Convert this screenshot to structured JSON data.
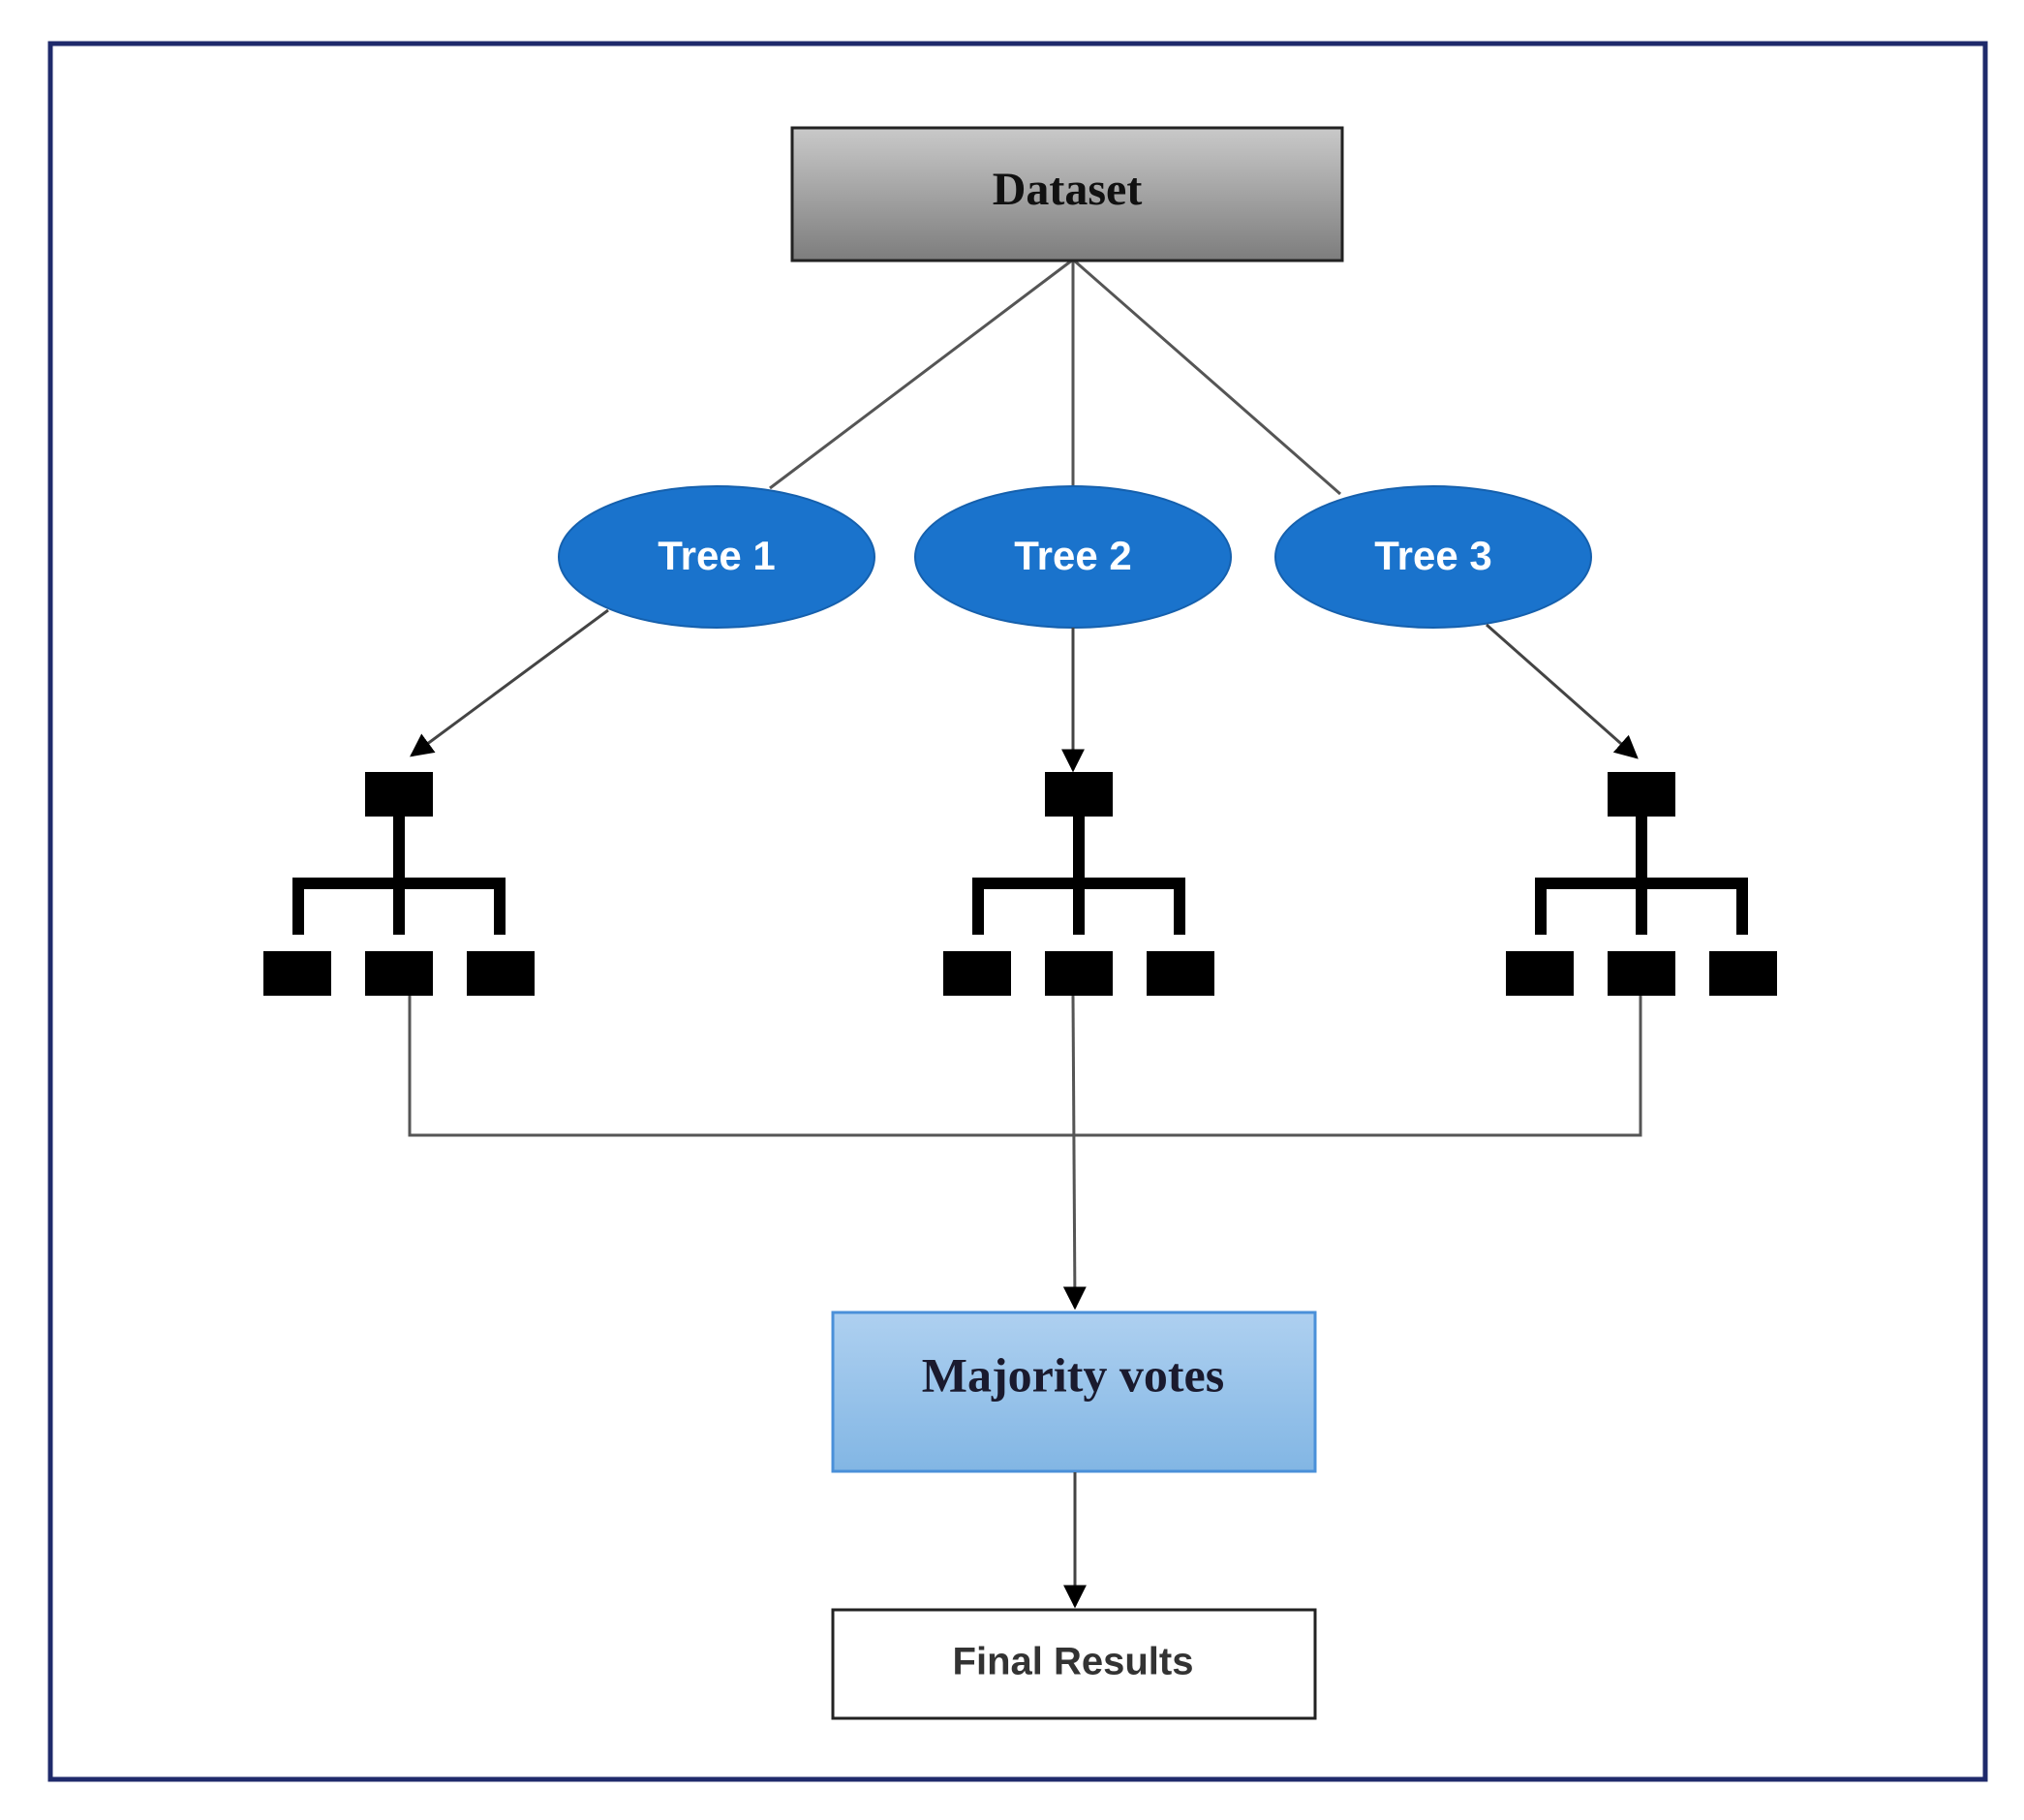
{
  "dataset": {
    "label": "Dataset"
  },
  "trees": [
    {
      "label": "Tree 1"
    },
    {
      "label": "Tree 2"
    },
    {
      "label": "Tree 3"
    }
  ],
  "majority": {
    "label": "Majority votes"
  },
  "final": {
    "label": "Final Results"
  },
  "colors": {
    "frame": "#1f2a6b",
    "dataset_fill_top": "#c8c8c8",
    "dataset_fill_bottom": "#808080",
    "tree_fill": "#1a73cc",
    "tree_text": "#ffffff",
    "majority_fill_top": "#a9cdef",
    "majority_fill_bottom": "#86b9e6",
    "majority_border": "#4a90d9",
    "node_fill": "#000000",
    "line": "#555555"
  }
}
